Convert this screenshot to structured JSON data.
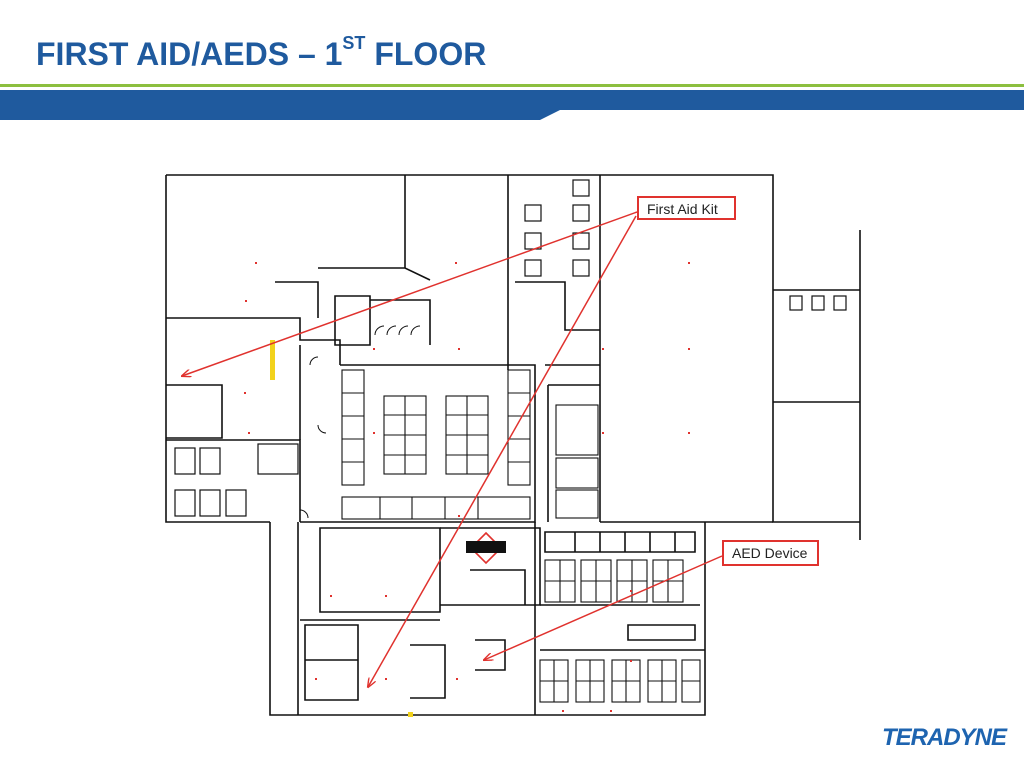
{
  "slide": {
    "title_main": "FIRST AID/AEDS – 1",
    "title_superscript": "ST",
    "title_tail": " FLOOR"
  },
  "callouts": {
    "first_aid_kit": "First Aid Kit",
    "aed_device": "AED Device"
  },
  "logo": {
    "text": "TERADYNE"
  },
  "colors": {
    "title": "#1f5a9e",
    "bar_blue": "#1f5a9e",
    "bar_green": "#8cbf3f",
    "callout_red": "#e0322e",
    "logo_blue": "#1e64b0"
  }
}
